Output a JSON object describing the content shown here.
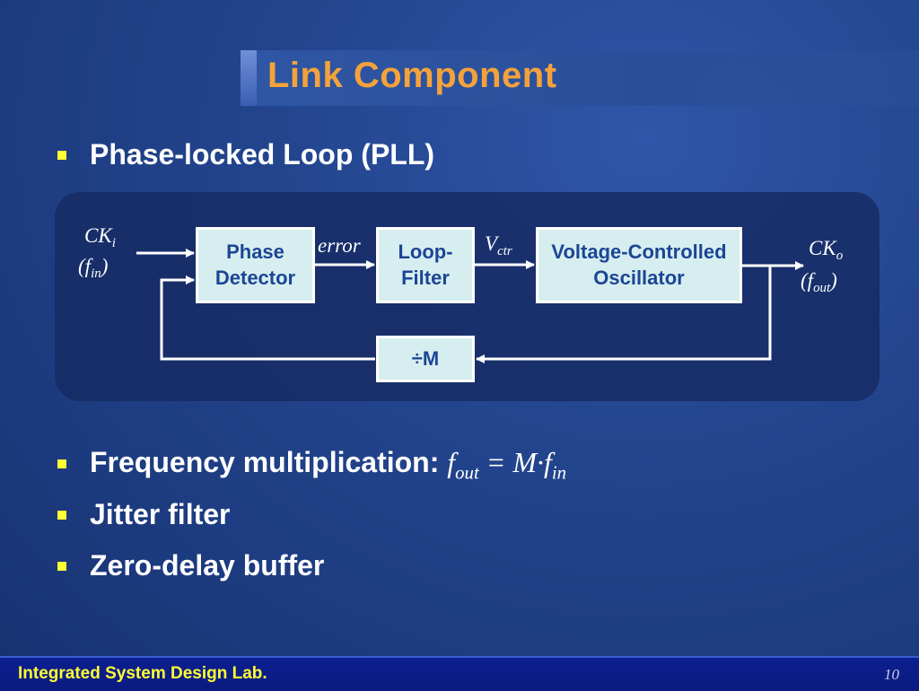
{
  "slide": {
    "title": "Link Component",
    "bullets": [
      "Phase-locked Loop (PLL)",
      "Frequency multiplication:",
      "Jitter filter",
      "Zero-delay buffer"
    ],
    "equation": {
      "lhs_base": "f",
      "lhs_sub": "out",
      "eq": "=",
      "m": "M",
      "dot": "·",
      "rhs_base": "f",
      "rhs_sub": "in"
    }
  },
  "diagram": {
    "input_label": {
      "base": "CK",
      "sub": "i",
      "freq_base": "f",
      "freq_sub": "in"
    },
    "output_label": {
      "base": "CK",
      "sub": "o",
      "freq_base": "f",
      "freq_sub": "out"
    },
    "blocks": {
      "phase_detector": [
        "Phase",
        "Detector"
      ],
      "loop_filter": [
        "Loop-",
        "Filter"
      ],
      "vco": [
        "Voltage-Controlled",
        "Oscillator"
      ],
      "divider": "÷M"
    },
    "signals": {
      "error": "error",
      "vctr_base": "V",
      "vctr_sub": "ctr"
    }
  },
  "footer": {
    "lab": "Integrated System Design Lab.",
    "page": "10"
  }
}
